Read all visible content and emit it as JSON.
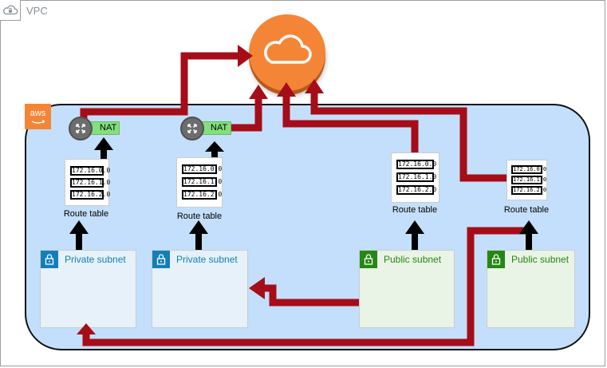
{
  "vpc": {
    "label": "VPC"
  },
  "aws": {
    "label": "aws"
  },
  "nat_gateways": [
    {
      "label": "NAT"
    },
    {
      "label": "NAT"
    }
  ],
  "route_tables": [
    {
      "label": "Route table",
      "rows": [
        "172.16.0.0",
        "172.16.1.0",
        "172.16.2.0"
      ]
    },
    {
      "label": "Route table",
      "rows": [
        "172.16.0.0",
        "172.16.1.0",
        "172.16.2.0"
      ]
    },
    {
      "label": "Route table",
      "rows": [
        "172.16.0.0",
        "172.16.1.0",
        "172.16.2.0"
      ]
    },
    {
      "label": "Route table",
      "rows": [
        "172.16.0.0",
        "172.16.1.0",
        "172.16.2.0"
      ]
    }
  ],
  "subnets": [
    {
      "label": "Private subnet",
      "kind": "private"
    },
    {
      "label": "Private subnet",
      "kind": "private"
    },
    {
      "label": "Public subnet",
      "kind": "public"
    },
    {
      "label": "Public subnet",
      "kind": "public"
    }
  ],
  "colors": {
    "route_arrow": "#a50d18",
    "flow_arrow": "#000000",
    "internet_gateway": "#f58536",
    "region_fill": "#c3dffb",
    "nat_fill": "#82e07c"
  },
  "icons": {
    "vpc": "cloud-lock-icon",
    "internet": "cloud-icon",
    "nat": "nat-gateway-icon",
    "subnet": "lock-icon"
  }
}
